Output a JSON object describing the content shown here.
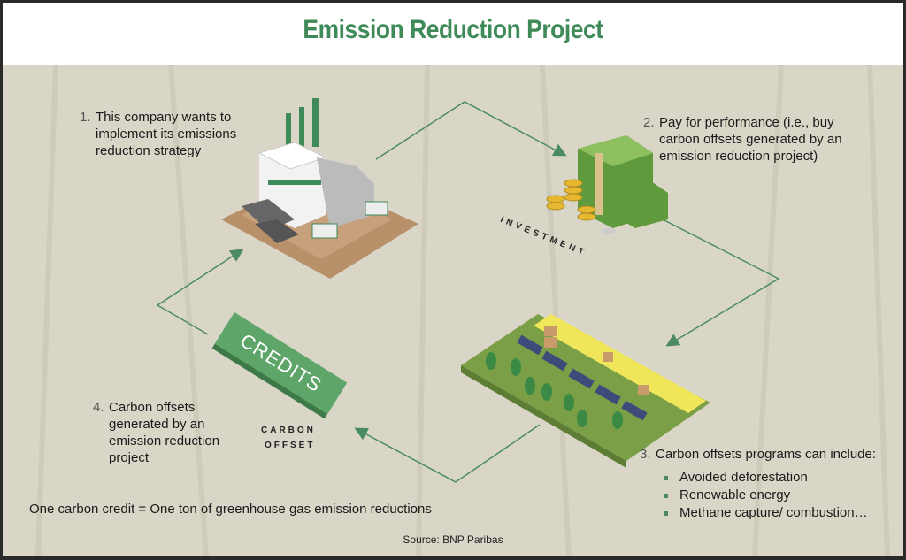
{
  "title": "Emission Reduction Project",
  "steps": [
    {
      "num": "1.",
      "text": [
        "This company wants to",
        "implement its emissions",
        "reduction strategy"
      ]
    },
    {
      "num": "2.",
      "text": [
        "Pay for performance (i.e., buy",
        "carbon offsets generated by an",
        "emission reduction project)"
      ]
    },
    {
      "num": "3.",
      "text": [
        "Carbon offsets programs can include:"
      ],
      "bullets": [
        "Avoided deforestation",
        "Renewable energy",
        "Methane capture/ combustion…"
      ]
    },
    {
      "num": "4.",
      "text": [
        "Carbon offsets",
        "generated by an",
        "emission reduction",
        "project"
      ]
    }
  ],
  "labels": {
    "investment": "INVESTMENT",
    "credits": "CREDITS",
    "carbon": "CARBON",
    "offset": "OFFSET"
  },
  "footnote": "One carbon credit = One ton of greenhouse gas emission reductions",
  "source": "Source: BNP Paribas",
  "colors": {
    "accent": "#3e8a58",
    "arrow": "#4a8b62",
    "background": "#d9d6c8"
  }
}
